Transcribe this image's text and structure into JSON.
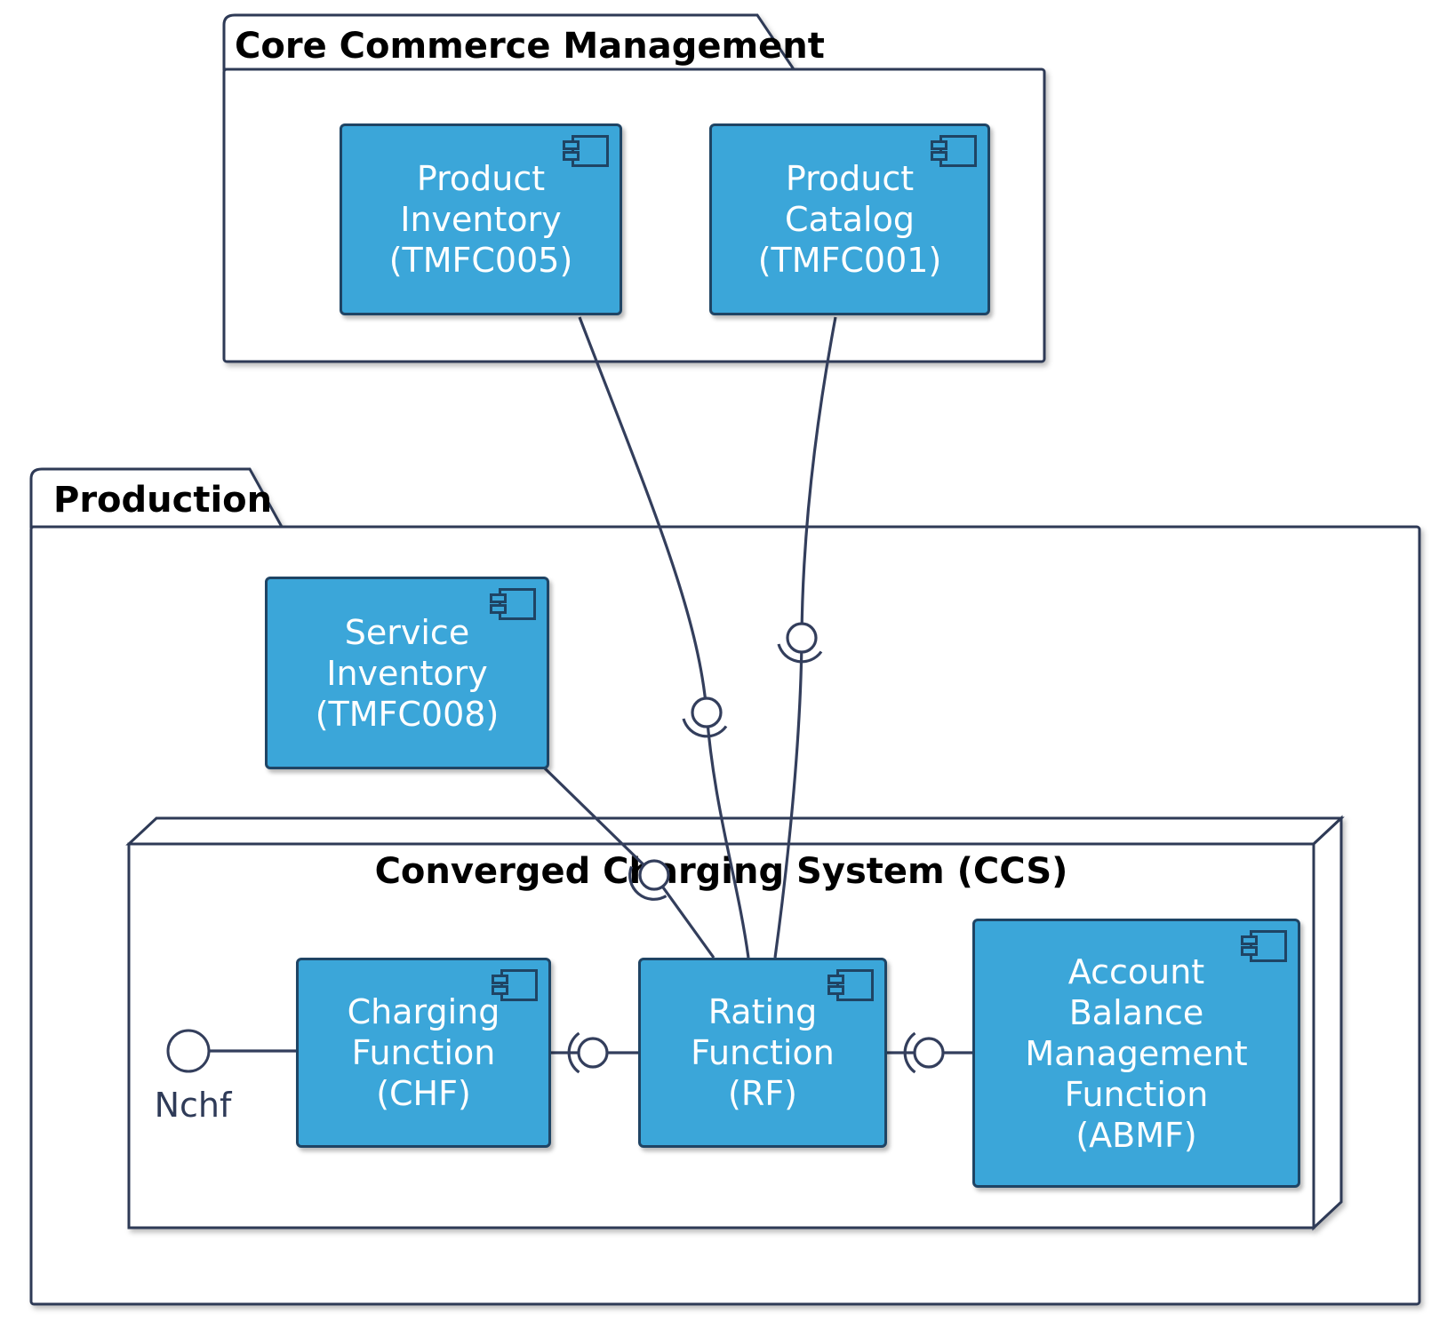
{
  "diagram": {
    "packages": {
      "core_commerce": {
        "title": "Core Commerce Management"
      },
      "production": {
        "title": "Production"
      }
    },
    "node": {
      "title": "Converged Charging System (CCS)"
    },
    "components": {
      "product_inventory": {
        "lines": [
          "Product",
          "Inventory",
          "(TMFC005)"
        ]
      },
      "product_catalog": {
        "lines": [
          "Product",
          "Catalog",
          "(TMFC001)"
        ]
      },
      "service_inventory": {
        "lines": [
          "Service",
          "Inventory",
          "(TMFC008)"
        ]
      },
      "charging_function": {
        "lines": [
          "Charging",
          "Function",
          "(CHF)"
        ]
      },
      "rating_function": {
        "lines": [
          "Rating",
          "Function",
          "(RF)"
        ]
      },
      "abmf": {
        "lines": [
          "Account",
          "Balance",
          "Management",
          "Function",
          "(ABMF)"
        ]
      }
    },
    "interfaces": {
      "nchf": {
        "label": "Nchf"
      }
    },
    "icons": {
      "component_marker": "uml-component-icon"
    },
    "colors": {
      "component_fill": "#3BA6D9",
      "component_border": "#1F4464",
      "line": "#333E5C",
      "package_border": "#2E3A56",
      "title_text": "#000000",
      "component_text": "#FFFFFF",
      "interface_label": "#2F3B58",
      "background": "#FFFFFF"
    }
  }
}
